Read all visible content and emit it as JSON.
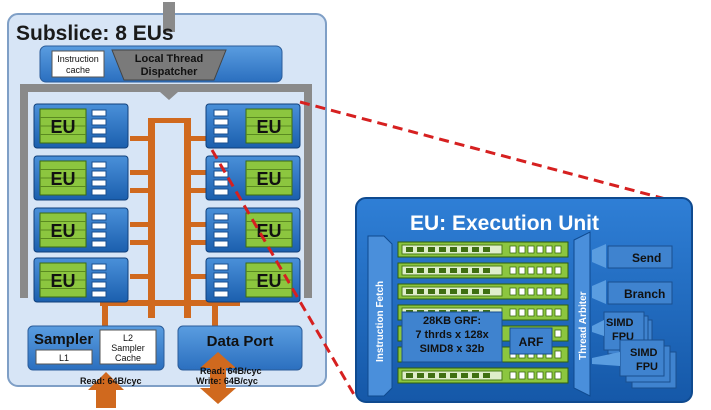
{
  "subslice": {
    "title": "Subslice: 8 EUs",
    "instruction_cache": [
      "Instruction",
      "cache"
    ],
    "dispatcher": [
      "Local Thread",
      "Dispatcher"
    ],
    "eu_label": "EU",
    "sampler": "Sampler",
    "l1": "L1",
    "l2": [
      "L2",
      "Sampler",
      "Cache"
    ],
    "sampler_read": "Read: 64B/cyc",
    "data_port": "Data Port",
    "dp_read": "Read: 64B/cyc",
    "dp_write": "Write: 64B/cyc"
  },
  "eu": {
    "title": "EU: Execution Unit",
    "instruction_fetch": "Instruction Fetch",
    "grf": [
      "28KB GRF:",
      "7 thrds x 128x",
      "SIMD8 x 32b"
    ],
    "arf": "ARF",
    "thread_arbiter": "Thread Arbiter",
    "send": "Send",
    "branch": "Branch",
    "simd1": [
      "SIMD",
      "FPU"
    ],
    "simd2": [
      "SIMD",
      "FPU"
    ]
  },
  "colors": {
    "accent_orange": "#d0691e",
    "gray": "#8a8a8a",
    "subslice_bg": "#d5e4f5",
    "eu_blue": "#1f6fc9",
    "eu_green": "#8cc63f",
    "dashed_red": "#d62020"
  }
}
